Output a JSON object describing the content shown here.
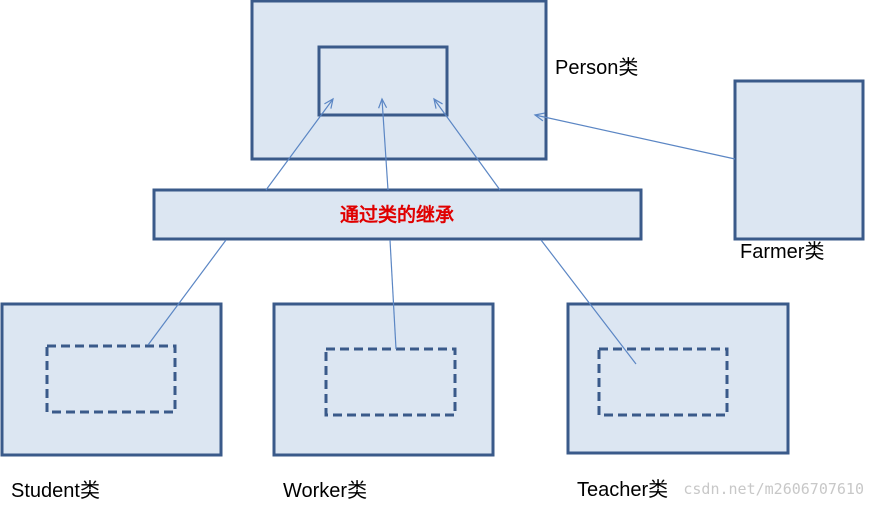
{
  "diagram": {
    "person_label": "Person类",
    "farmer_label": "Farmer类",
    "inherit_label": "通过类的继承",
    "student_label": "Student类",
    "worker_label": "Worker类",
    "teacher_label": "Teacher类",
    "watermark": "csdn.net/m2606707610"
  },
  "colors": {
    "box_fill": "#dce6f2",
    "box_stroke": "#3a5a8a",
    "arrow": "#5b86c4",
    "inherit_text": "#e00000"
  }
}
